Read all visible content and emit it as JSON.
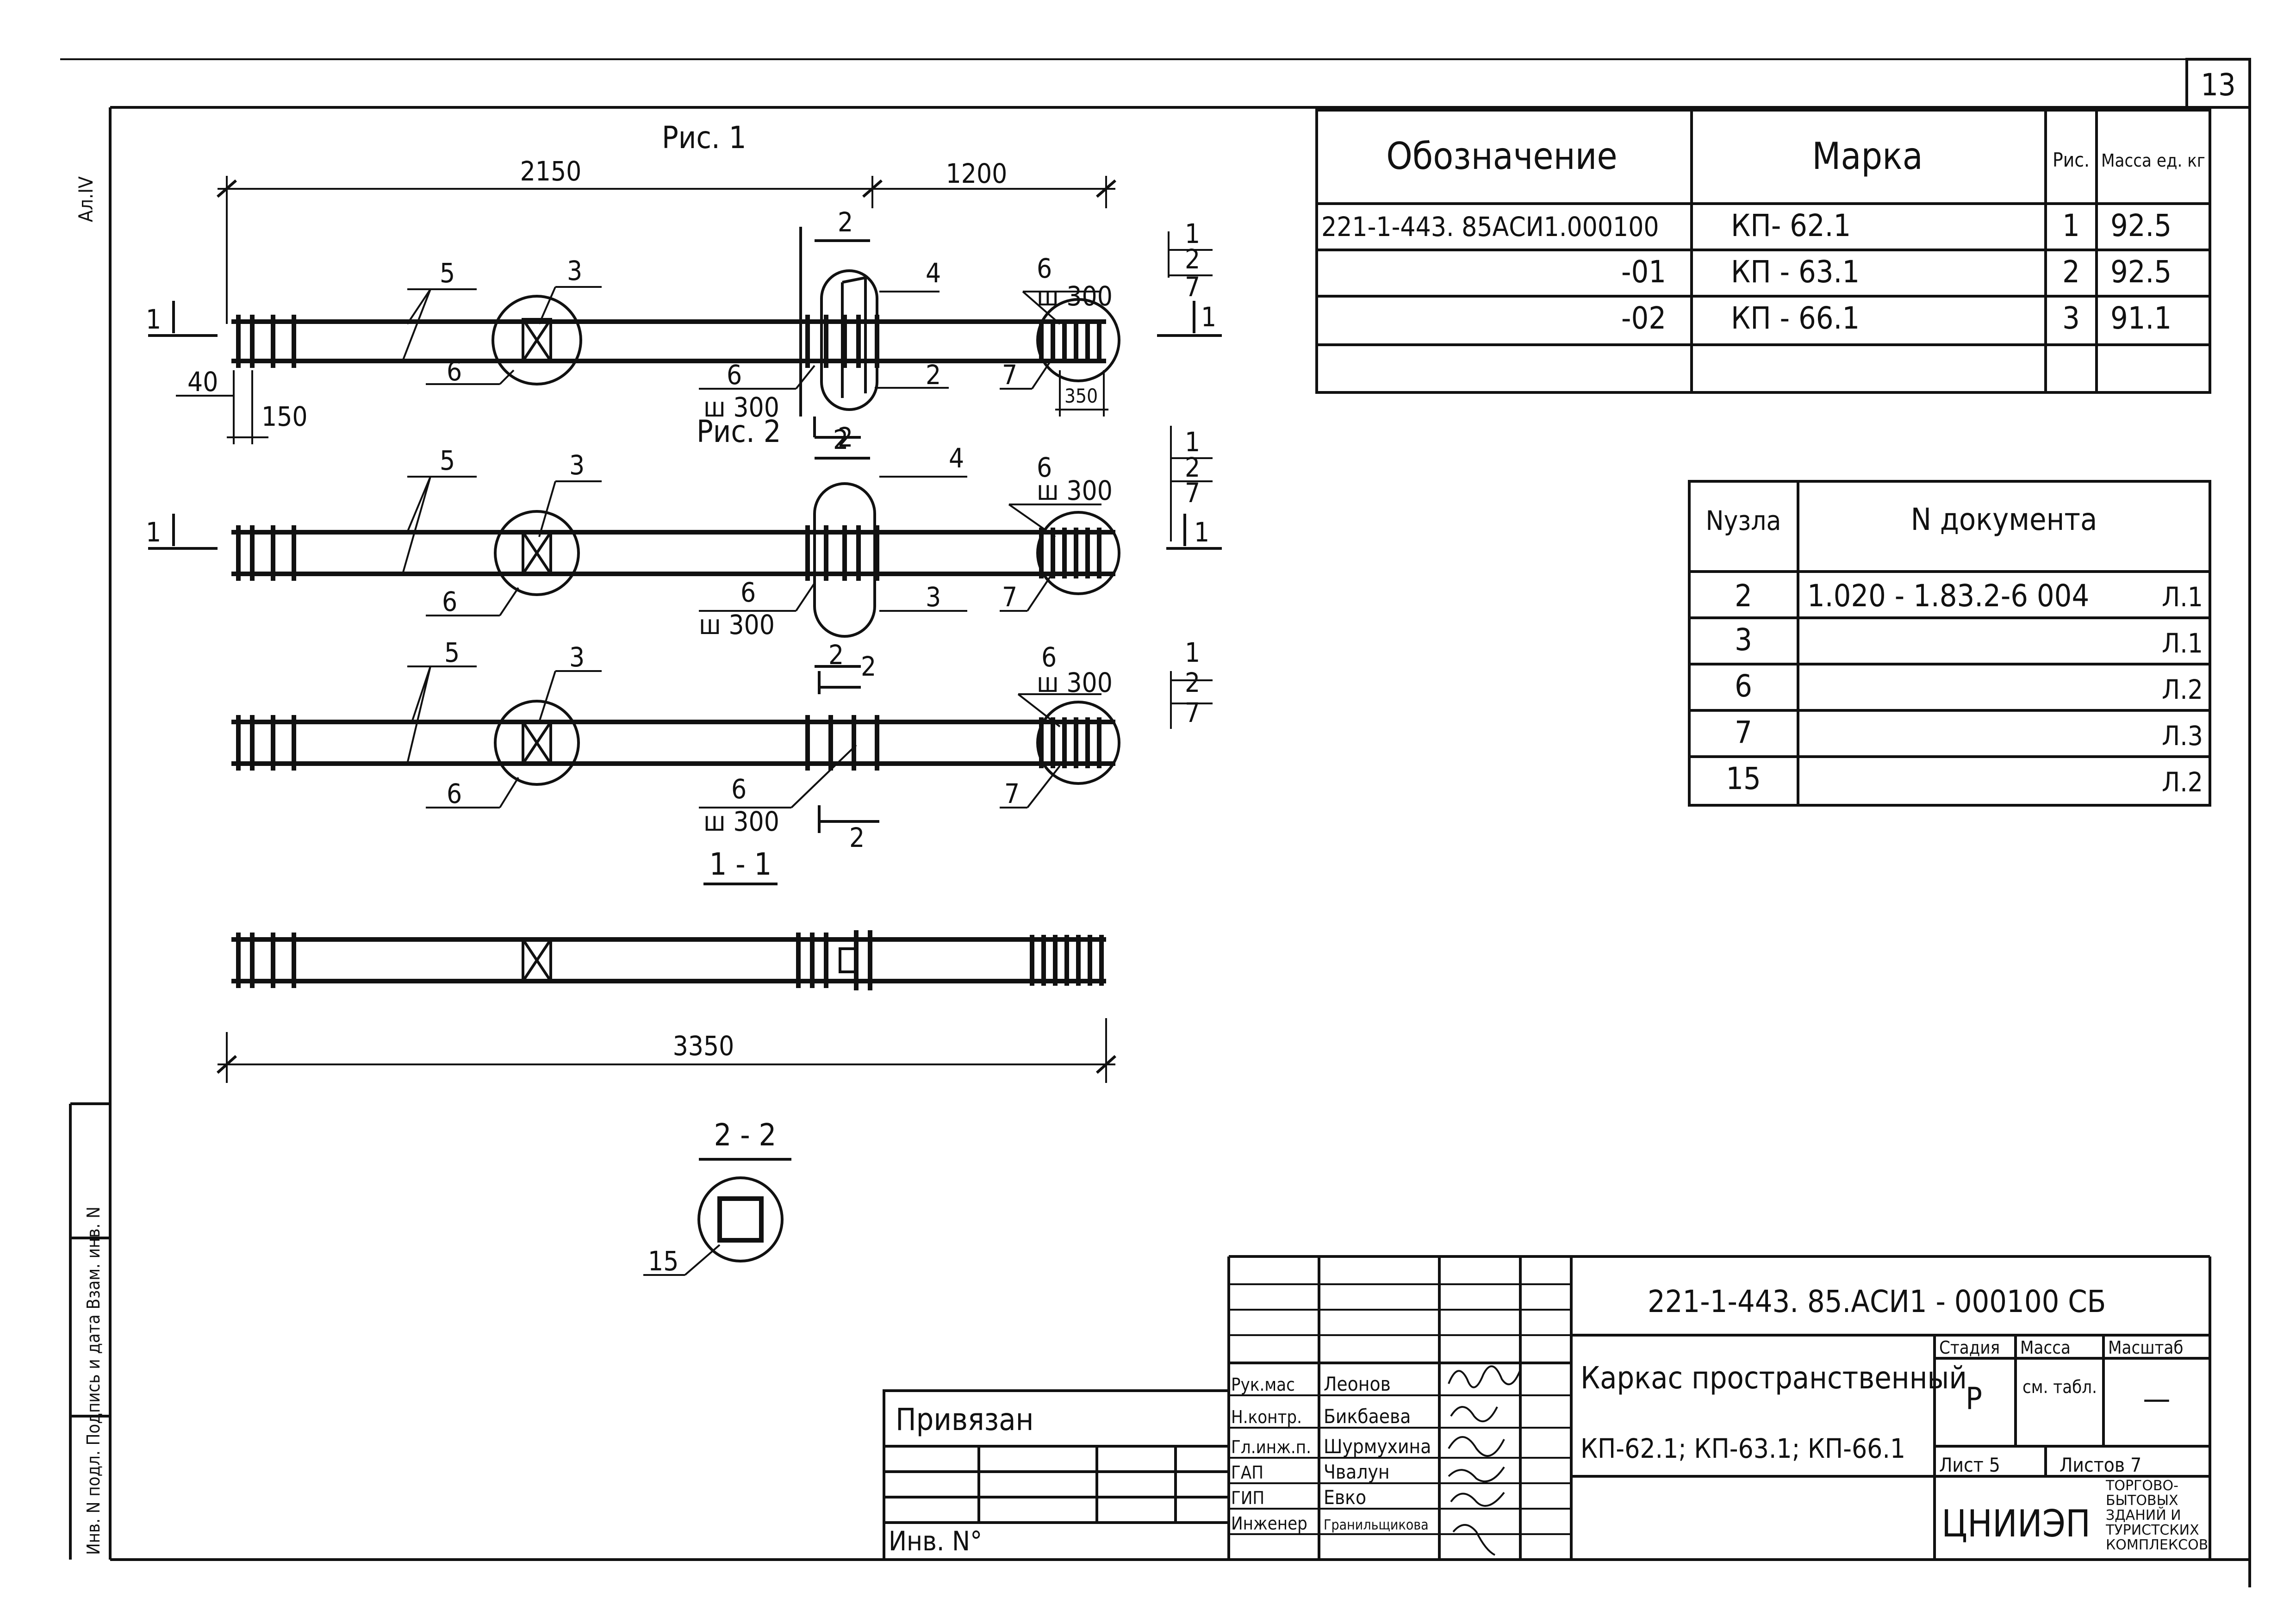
{
  "sheet": {
    "number": "13",
    "side_mark": "Ал.IV",
    "inv_strip": "Инв. N подл. Подпись и дата Взам. инв. N"
  },
  "figures": {
    "fig1_label": "Рис. 1",
    "fig2_label": "Рис. 2",
    "dim_2150": "2150",
    "dim_1200": "1200",
    "dim_40": "40",
    "dim_150": "150",
    "dim_350": "350",
    "dim_3350": "3350",
    "pitch": "ш 300",
    "section_1_1": "1 - 1",
    "section_2_2": "2 - 2",
    "callouts": {
      "c1": "1",
      "c2": "2",
      "c3": "3",
      "c4": "4",
      "c5": "5",
      "c6": "6",
      "c7": "7",
      "c15": "15"
    }
  },
  "spec_table": {
    "headers": [
      "Обозначение",
      "Марка",
      "Рис.",
      "Масса ед. кг"
    ],
    "rows": [
      {
        "designation": "221-1-443. 85АСИ1.000100",
        "mark": "КП- 62.1",
        "fig": "1",
        "mass": "92.5"
      },
      {
        "designation": "-01",
        "mark": "КП - 63.1",
        "fig": "2",
        "mass": "92.5"
      },
      {
        "designation": "-02",
        "mark": "КП - 66.1",
        "fig": "3",
        "mass": "91.1"
      }
    ]
  },
  "nodes_table": {
    "headers": [
      "Nузла",
      "N документа"
    ],
    "rows": [
      {
        "node": "2",
        "doc": "1.020 - 1.83.2-6 004",
        "sheet": "Л.1"
      },
      {
        "node": "3",
        "doc": "",
        "sheet": "Л.1"
      },
      {
        "node": "6",
        "doc": "",
        "sheet": "Л.2"
      },
      {
        "node": "7",
        "doc": "",
        "sheet": "Л.3"
      },
      {
        "node": "15",
        "doc": "",
        "sheet": "Л.2"
      }
    ]
  },
  "title_block": {
    "code": "221-1-443. 85.АСИ1 - 000100 СБ",
    "title": "Каркас пространственный",
    "subtitle": "КП-62.1; КП-63.1; КП-66.1",
    "stage_h": "Стадия",
    "mass_h": "Масса",
    "scale_h": "Масштаб",
    "stage": "Р",
    "mass": "см. табл.",
    "scale": "—",
    "sheet": "Лист 5",
    "sheets": "Листов 7",
    "org": "ЦНИИЭП",
    "org_desc": "торгово-бытовых зданий и туристских комплексов",
    "bound": "Привязан",
    "inv": "Инв. N°",
    "people": [
      {
        "role": "Рук.мас",
        "name": "Леонов"
      },
      {
        "role": "Н.контр.",
        "name": "Бикбаева"
      },
      {
        "role": "Гл.инж.п.",
        "name": "Шурмухина"
      },
      {
        "role": "ГАП",
        "name": "Чвалун"
      },
      {
        "role": "ГИП",
        "name": "Евко"
      },
      {
        "role": "Инженер",
        "name": "Гранильщикова"
      }
    ]
  }
}
